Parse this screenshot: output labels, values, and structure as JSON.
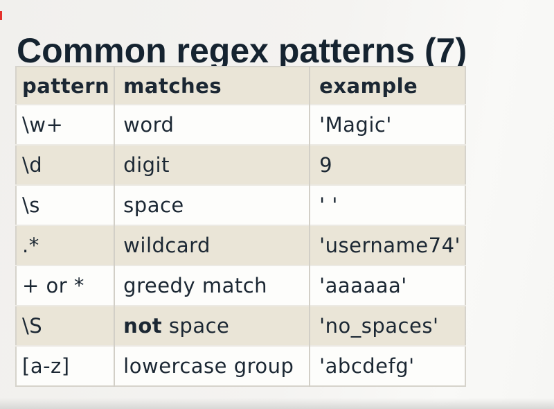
{
  "title": "Common regex patterns (7)",
  "colors": {
    "title_text": "#152330",
    "cell_text": "#1b2733",
    "row_beige": "#eae5d7",
    "row_white": "#fdfdfb",
    "grid_vertical": "#d2cfc7",
    "grid_horizontal": "#eceae4",
    "page_background": "#f3f2f0",
    "red_edge_mark": "#e5312b"
  },
  "table": {
    "headers": [
      "pattern",
      "matches",
      "example"
    ],
    "rows": [
      {
        "pattern": "\\w+",
        "matches": [
          {
            "text": "word",
            "bold": false
          }
        ],
        "example": "'Magic'"
      },
      {
        "pattern": "\\d",
        "matches": [
          {
            "text": "digit",
            "bold": false
          }
        ],
        "example": "9"
      },
      {
        "pattern": "\\s",
        "matches": [
          {
            "text": "space",
            "bold": false
          }
        ],
        "example": "' '"
      },
      {
        "pattern": ".*",
        "matches": [
          {
            "text": "wildcard",
            "bold": false
          }
        ],
        "example": "'username74'"
      },
      {
        "pattern": "+ or *",
        "matches": [
          {
            "text": "greedy match",
            "bold": false
          }
        ],
        "example": "'aaaaaa'"
      },
      {
        "pattern": "\\S",
        "matches": [
          {
            "text": "not",
            "bold": true
          },
          {
            "text": " space",
            "bold": false
          }
        ],
        "example": "'no_spaces'"
      },
      {
        "pattern": "[a-z]",
        "matches": [
          {
            "text": "lowercase group",
            "bold": false
          }
        ],
        "example": "'abcdefg'"
      }
    ]
  }
}
